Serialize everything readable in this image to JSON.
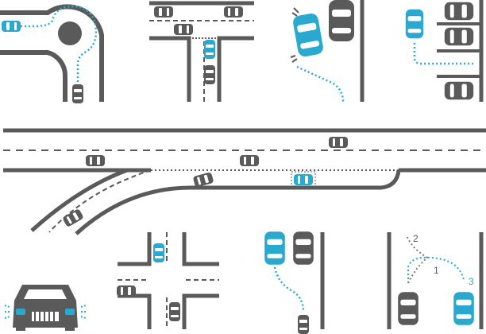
{
  "colors": {
    "road": "#5a5a5a",
    "car_gray": "#5a5a5a",
    "car_blue": "#29a9cf",
    "path_blue": "#29a9cf",
    "path_gray": "#7a7a7a",
    "background": "#ffffff"
  },
  "panels": [
    "roundabout",
    "t-junction",
    "parallel-parking",
    "perpendicular-parking",
    "highway-merge",
    "crossroads",
    "parking-exit",
    "three-point-turn",
    "car-front-view"
  ],
  "three_point_turn": {
    "steps": [
      "1",
      "2",
      "3"
    ]
  }
}
